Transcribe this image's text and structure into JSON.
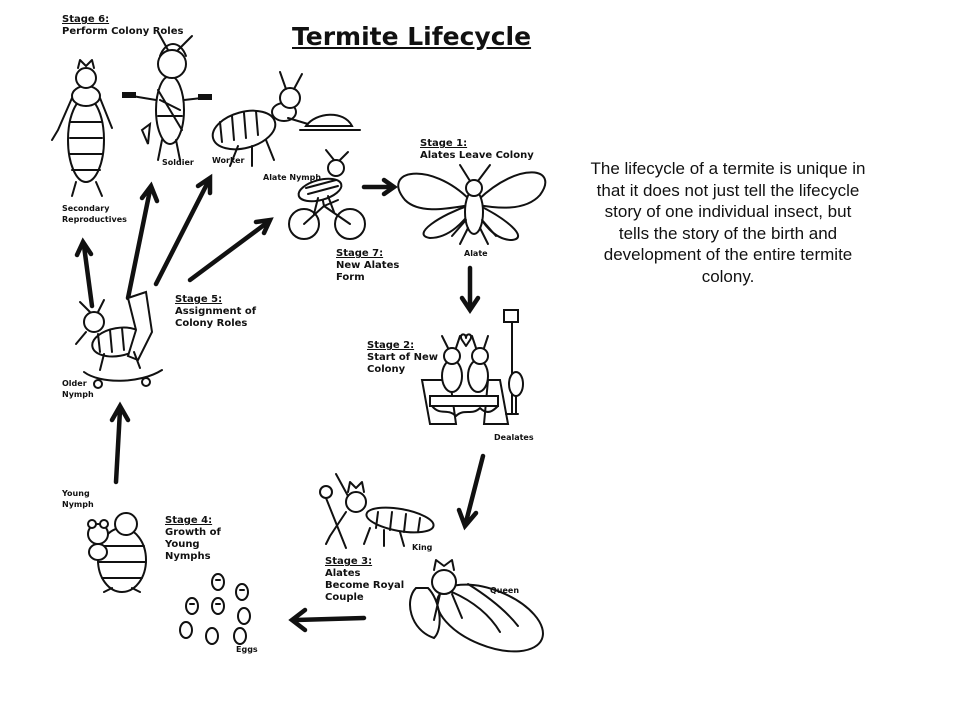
{
  "title": "Termite Lifecycle",
  "description": "The lifecycle of a termite is unique in that it does not just tell the lifecycle story of one individual insect, but tells the story of the birth and development of the entire termite colony.",
  "stages": [
    {
      "num": "Stage 1:",
      "title": "Alates Leave Colony"
    },
    {
      "num": "Stage 2:",
      "title": "Start of New Colony"
    },
    {
      "num": "Stage 3:",
      "title": "Alates Become Royal Couple"
    },
    {
      "num": "Stage 4:",
      "title": "Growth of Young Nymphs"
    },
    {
      "num": "Stage 5:",
      "title": "Assignment of Colony Roles"
    },
    {
      "num": "Stage 6:",
      "title": "Perform Colony Roles"
    },
    {
      "num": "Stage 7:",
      "title": "New Alates Form"
    }
  ],
  "captions": {
    "alate": "Alate",
    "dealates": "Dealates",
    "king": "King",
    "queen": "Queen",
    "eggs": "Eggs",
    "young_nymph": "Young Nymph",
    "older_nymph": "Older Nymph",
    "secondary_reproductives": "Secondary Reproductives",
    "soldier": "Soldier",
    "worker": "Worker",
    "alate_nymph": "Alate Nymph"
  },
  "icons": [
    "alate-icon",
    "dealates-icon",
    "king-icon",
    "queen-icon",
    "eggs-icon",
    "young-nymph-icon",
    "older-nymph-icon",
    "secondary-reproductive-icon",
    "soldier-icon",
    "worker-icon",
    "alate-nymph-icon"
  ],
  "ink_color": "#111111",
  "background_color": "#ffffff"
}
